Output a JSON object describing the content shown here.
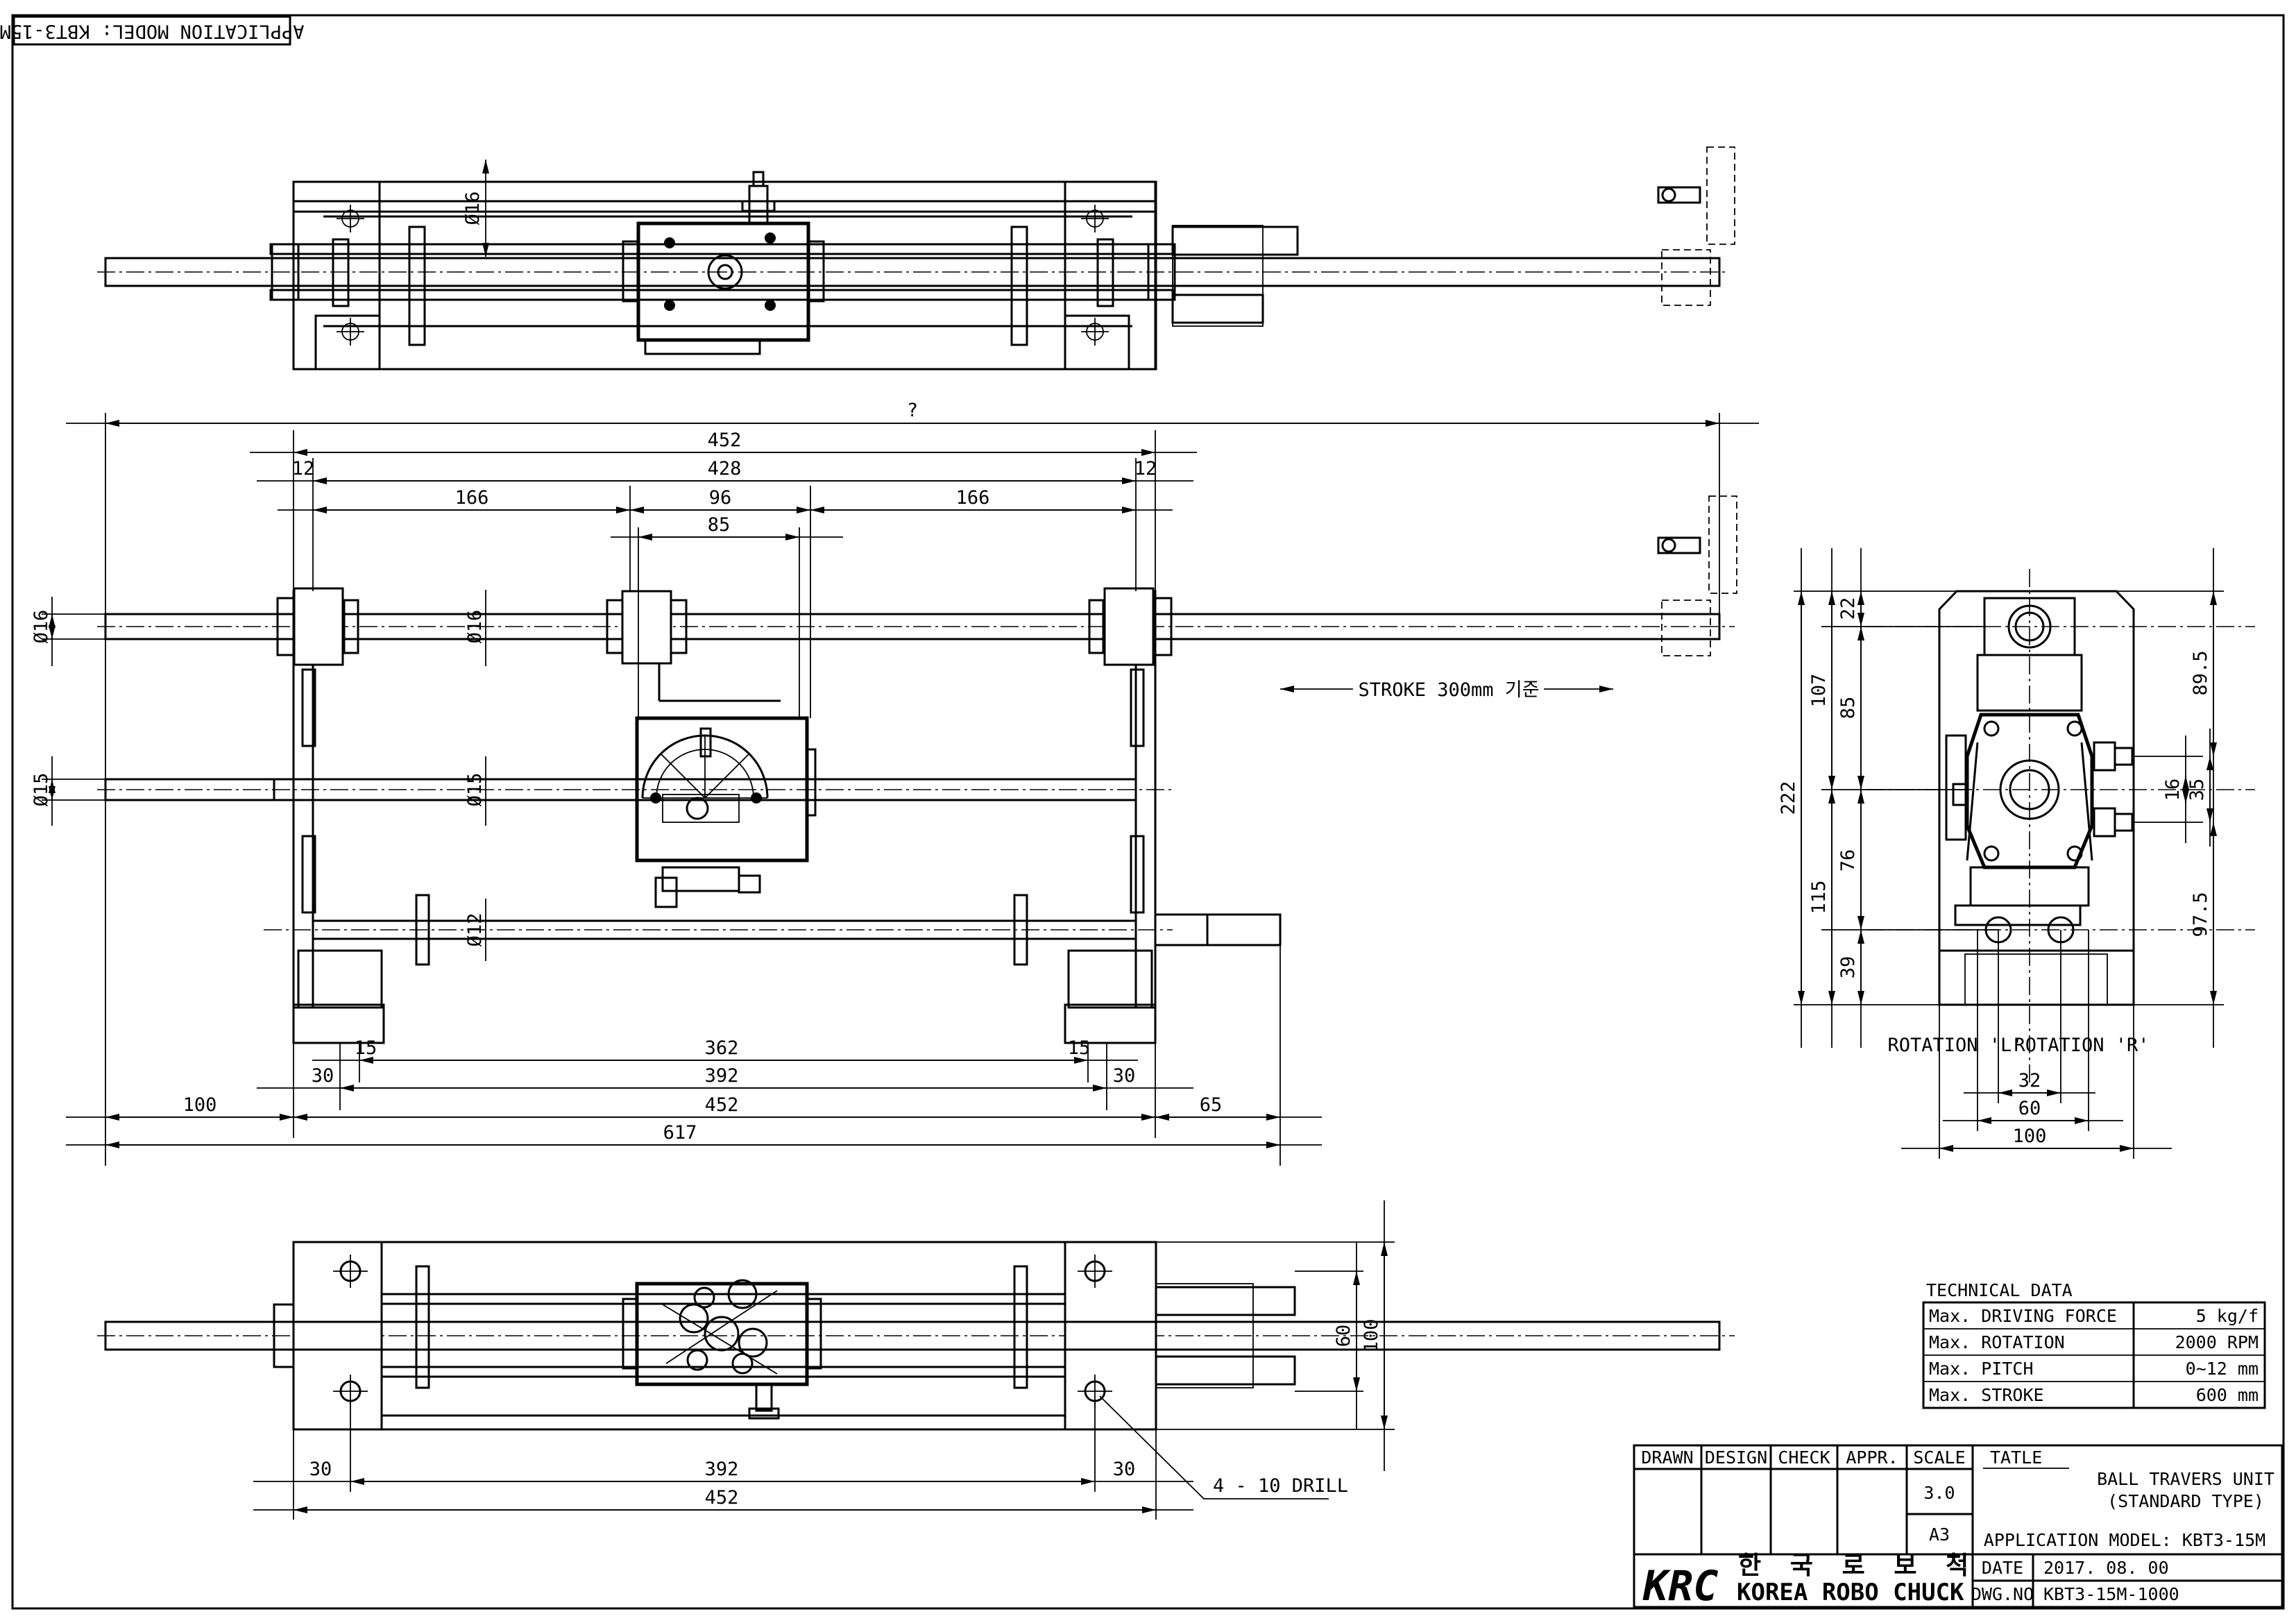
{
  "header": {
    "application_model_tag": "APPLICATION MODEL: KBT3-15M"
  },
  "front_view": {
    "overall_top": "?",
    "d452": "452",
    "d12_left": "12",
    "d428": "428",
    "d12_right": "12",
    "d166_left": "166",
    "d96": "96",
    "d166_right": "166",
    "d85": "85",
    "phi16_left": "Ø16",
    "phi16_mid": "Ø16",
    "phi15_left": "Ø15",
    "phi15_mid": "Ø15",
    "phi12_mid": "Ø12",
    "stroke_note": "STROKE 300mm 기준",
    "d15_left": "15",
    "d362": "362",
    "d15_right": "15",
    "d30_left": "30",
    "d392": "392",
    "d30_right": "30",
    "d100": "100",
    "d452_bottom": "452",
    "d65": "65",
    "d617": "617"
  },
  "top_view": {
    "phi16": "Ø16"
  },
  "side_view": {
    "d22": "22",
    "d107": "107",
    "d85": "85",
    "d222": "222",
    "d76": "76",
    "d115": "115",
    "d39": "39",
    "d89_5": "89.5",
    "d16": "16",
    "d35": "35",
    "d97_5": "97.5",
    "rotation_l": "ROTATION 'L'",
    "rotation_r": "ROTATION 'R'",
    "d32": "32",
    "d60": "60",
    "d100": "100"
  },
  "bottom_view": {
    "d30_left": "30",
    "d392": "392",
    "d30_right": "30",
    "d452": "452",
    "d60": "60",
    "d100": "100",
    "drill_note": "4 - 10 DRILL"
  },
  "technical_data": {
    "title": "TECHNICAL DATA",
    "rows": [
      {
        "label": "Max. DRIVING FORCE",
        "value": "5 kg/f"
      },
      {
        "label": "Max. ROTATION",
        "value": "2000 RPM"
      },
      {
        "label": "Max. PITCH",
        "value": "0~12 mm"
      },
      {
        "label": "Max. STROKE",
        "value": "600 mm"
      }
    ]
  },
  "title_block": {
    "headers": [
      "DRAWN",
      "DESIGN",
      "CHECK",
      "APPR.",
      "SCALE"
    ],
    "scale": "3.0",
    "size": "A3",
    "tatle_label": "TATLE",
    "title_line1": "BALL TRAVERS UNIT",
    "title_line2": "(STANDARD TYPE)",
    "application_model": "APPLICATION MODEL: KBT3-15M",
    "logo": "KRC",
    "company_korean": "한 국 로 보 척",
    "company_english": "KOREA ROBO CHUCK",
    "date_label": "DATE",
    "date_value": "2017. 08. 00",
    "dwg_label": "DWG.NO",
    "dwg_value": "KBT3-15M-1000"
  }
}
